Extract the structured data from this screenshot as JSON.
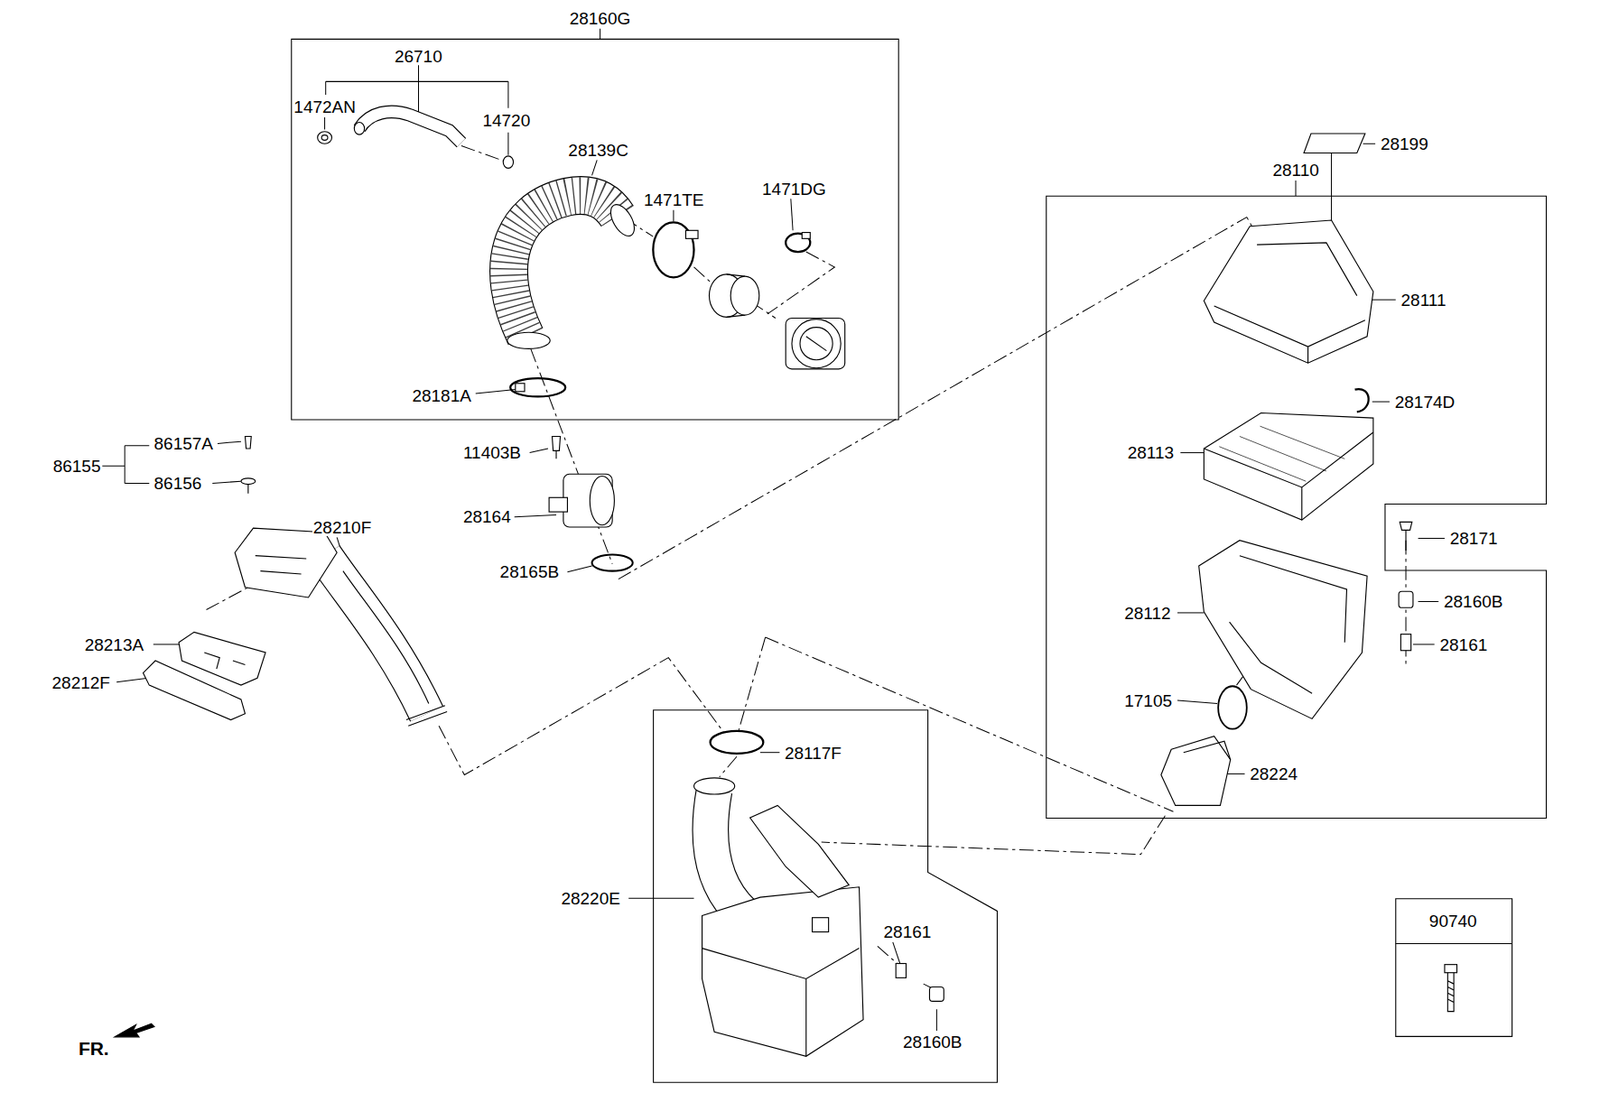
{
  "diagram": {
    "nodes": [
      {
        "text": [
          "28160G"
        ]
      },
      {
        "text": [
          "28110"
        ]
      },
      {
        "text": [
          "28220E"
        ]
      },
      {
        "text": [
          "90740"
        ]
      }
    ],
    "labels": [
      "26710",
      "1472AN",
      "14720",
      "28139C",
      "1471TE",
      "1471DG",
      "28181A",
      "11403B",
      "28164",
      "28165B",
      "86157A",
      "86155",
      "86156",
      "28210F",
      "28213A",
      "28212F",
      "28199",
      "28111",
      "28174D",
      "28113",
      "28171",
      "28160B",
      "28112",
      "28161",
      "17105",
      "28224",
      "28117F",
      "28161",
      "28160B",
      "FR."
    ]
  }
}
